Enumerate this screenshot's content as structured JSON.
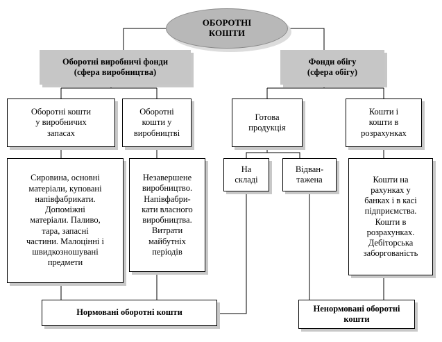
{
  "root": {
    "label": "ОБОРОТНІ\nКОШТИ"
  },
  "level1": {
    "left": "Оборотні виробничі фонди\n(сфера виробництва)",
    "right": "Фонди обігу\n(сфера обігу)"
  },
  "level2": {
    "stocks": "Оборотні кошти\nу виробничих\nзапасах",
    "in_production": "Оборотні\nкошти у\nвиробництві",
    "finished": "Готова\nпродукція",
    "settlements": "Кошти і\nкошти в\nрозрахунках"
  },
  "level3": {
    "materials": "Сировина, основні\nматеріали, куповані\nнапівфабрикати.\nДопоміжні\nматеріали. Паливо,\nтара, запасні\nчастини. Малоцінні і\nшвидкозношувані\nпредмети",
    "wip": "Незавершене\nвиробництво.\nНапівфабри-\nкати власного\nвиробництва.\nВитрати\nмайбутніх\nперіодів",
    "warehouse": "На\nскладі",
    "shipped": "Відван-\nтажена",
    "cash": "Кошти на\nрахунках  у\nбанках і в касі\nпідприємства.\nКошти в\nрозрахунках.\nДебіторська\nзаборгованість"
  },
  "bottom": {
    "normed": "Нормовані оборотні кошти",
    "unnormed": "Ненормовані оборотні\nкошти"
  }
}
